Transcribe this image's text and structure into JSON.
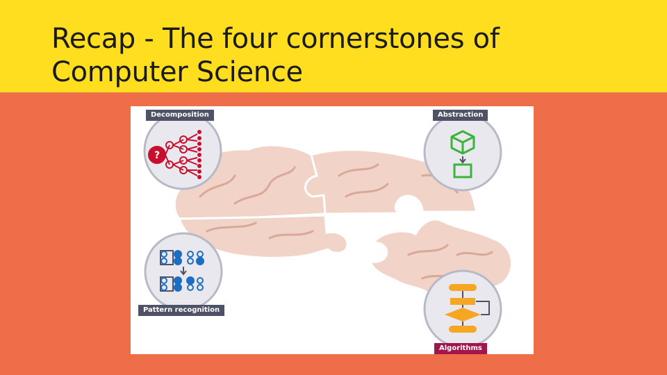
{
  "slide": {
    "title_line1": "Recap - The four cornerstones of",
    "title_line2": "Computer Science"
  },
  "figure": {
    "labels": {
      "decomposition": "Decomposition",
      "abstraction": "Abstraction",
      "pattern_recognition": "Pattern recognition",
      "algorithms": "Algorithms"
    },
    "colors": {
      "brain": "#F1D3C8",
      "brain_folds": "#D9A896",
      "tag_dark": "#4F5266",
      "tag_algorithms": "#A3134C",
      "decomposition_icon": "#C8102E",
      "abstraction_icon": "#3CB43C",
      "pattern_icon": "#1B6EC2",
      "algorithm_icon": "#F5A623"
    }
  }
}
